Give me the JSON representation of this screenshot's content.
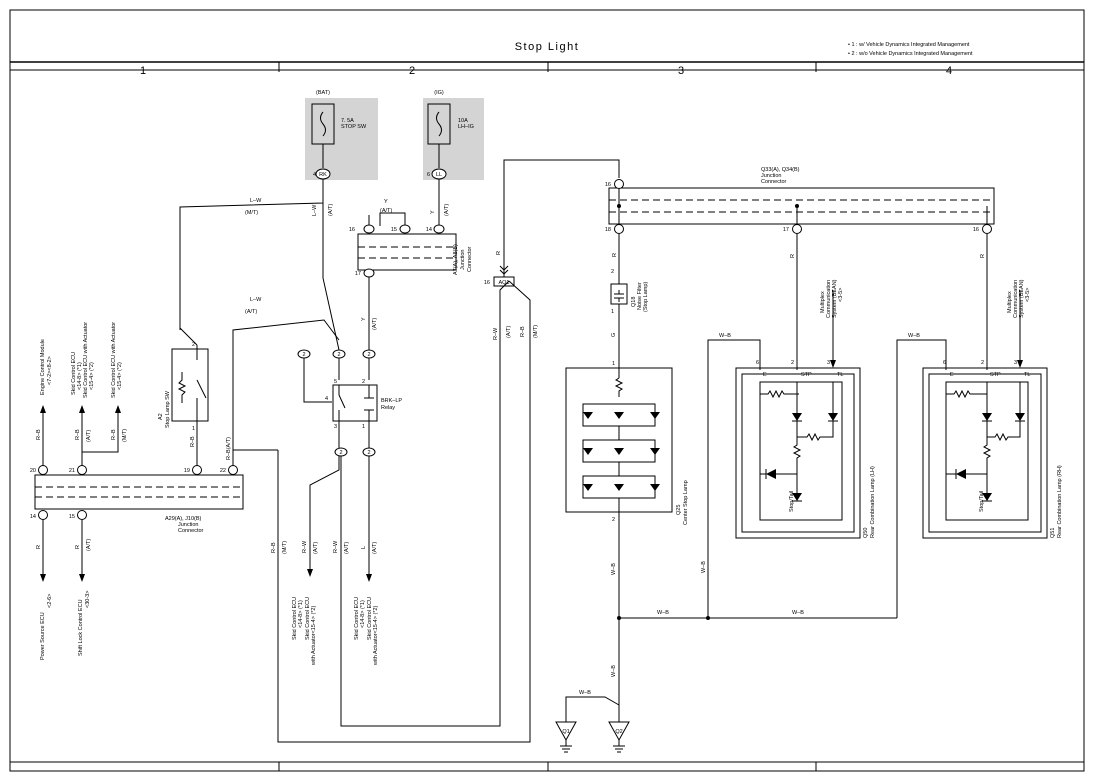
{
  "header": {
    "title": "Stop Light",
    "notes": [
      "• 1 : w/ Vehicle Dynamics Integrated Management",
      "• 2 : w/o Vehicle Dynamics Integrated Management"
    ]
  },
  "grid": {
    "columns": [
      "1",
      "2",
      "3",
      "4"
    ]
  },
  "fuses": {
    "bat": {
      "source": "(BAT)",
      "rating": "7. 5A",
      "name": "STOP SW",
      "pin": "4",
      "conn": "RK"
    },
    "ig": {
      "source": "(IG)",
      "rating": "10A",
      "name": "LH–IG",
      "pin": "6",
      "conn": "LL"
    }
  },
  "junctions": {
    "q33": {
      "line1": "Q33(A), Q34(B)",
      "line2": "Junction",
      "line3": "Connector",
      "pins": [
        "16",
        "18",
        "17",
        "16"
      ]
    },
    "a7": {
      "line1": "A7(A), A8(B)",
      "line2": "Junction",
      "line3": "Connector",
      "pins": [
        "16",
        "15",
        "14",
        "17"
      ]
    },
    "a29": {
      "line1": "A29(A), J10(B)",
      "line2": "Junction",
      "line3": "Connector",
      "pins": [
        "20",
        "21",
        "19",
        "22",
        "14",
        "15"
      ]
    },
    "aq1": {
      "pin": "16",
      "conn": "AQ1"
    }
  },
  "components": {
    "stop_sw": {
      "code": "A2",
      "name": "Stop Lamp SW",
      "pin_top": "2",
      "pin_bottom": "1"
    },
    "relay": {
      "name": "BRK–LP",
      "name2": "Relay",
      "pins": [
        "5",
        "2",
        "4",
        "3",
        "1"
      ]
    },
    "noise_filter": {
      "code": "Q18",
      "name": "Noise Filter",
      "sub": "(Stop Lamp)",
      "pin_top": "2",
      "pin_bottom": "1"
    },
    "center_lamp": {
      "code": "Q25",
      "name": "Center Stop Lamp",
      "pin_top": "1",
      "pin_bottom": "2"
    },
    "rear_lh": {
      "code": "Q50",
      "name": "Rear Combination Lamp (LH)",
      "pins": [
        "6",
        "2",
        "3"
      ],
      "terms": [
        "E",
        "STP",
        "TL"
      ],
      "bulb": "Stop/Tail"
    },
    "rear_rh": {
      "code": "Q51",
      "name": "Rear Combination Lamp (RH)",
      "pins": [
        "6",
        "2",
        "3"
      ],
      "terms": [
        "E",
        "STP",
        "TL"
      ],
      "bulb": "Stop/Tail"
    },
    "ground_q1": "Q1",
    "ground_q2": "Q2",
    "relay_pin_two": "2"
  },
  "labels": {
    "engine_ecu": [
      "Engine Control Module",
      "<7-2><8-2>"
    ],
    "skid_ecu1": [
      "Skid Control ECU",
      "<14-8> (*1)",
      "Skid Control ECU with Actuator",
      "<15-4> (*2)"
    ],
    "skid_ecu2": [
      "Skid Control ECU with Actuator",
      "<15-4> (*2)"
    ],
    "power_ecu": [
      "Power Source ECU",
      "<2-6>"
    ],
    "shift_ecu": [
      "Shift Lock Control ECU",
      "<30-3>"
    ],
    "skid_ecu3": [
      "Skid Control ECU",
      "<14-8> (*1)",
      "Skid Control ECU",
      "with Actuator<15-4> (*2)"
    ],
    "skid_ecu4": [
      "Skid Control ECU",
      "<14-8> (*1)",
      "Skid Control ECU",
      "with Actuator<15-4> (*2)"
    ],
    "multiplex_lh": [
      "Multiplex",
      "Communication",
      "System (BEAN)",
      "<3-5>"
    ],
    "multiplex_rh": [
      "Multiplex",
      "Communication",
      "System (BEAN)",
      "<3-5>"
    ]
  },
  "wires": {
    "lw": "L–W",
    "mt": "(M/T)",
    "at": "(A/T)",
    "y": "Y",
    "r": "R",
    "rb": "R–B",
    "rw": "R–W",
    "l": "L",
    "g": "G",
    "wb": "W–B",
    "rb_at": "R–B(A/T)"
  }
}
